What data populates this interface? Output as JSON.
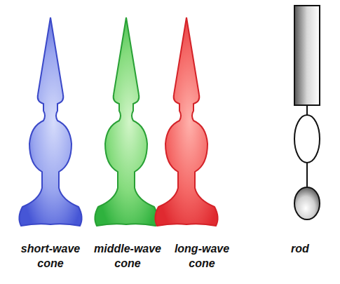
{
  "diagram": {
    "labels": [
      "short-wave cone",
      "middle-wave cone",
      "long-wave cone",
      "rod"
    ]
  }
}
